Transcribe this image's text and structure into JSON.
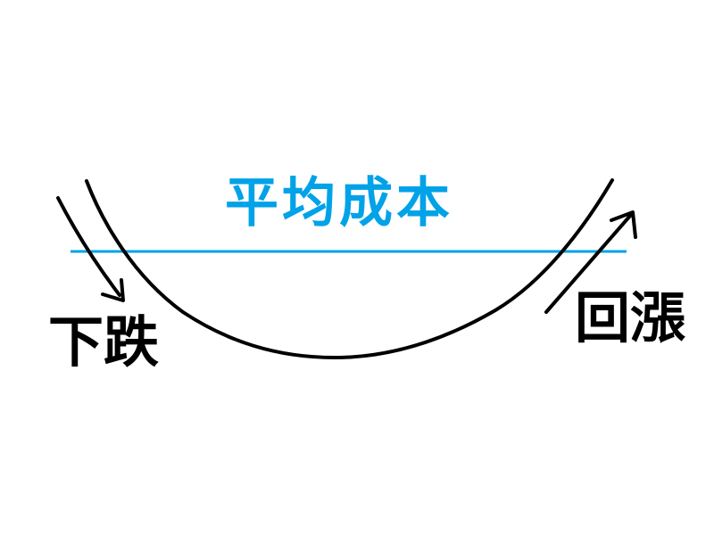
{
  "page": {
    "background_color": "#FFFFFF"
  },
  "diagram": {
    "average_cost": {
      "label": "平均成本",
      "color": "#00A2E8"
    },
    "decline": {
      "label": "下跌",
      "color": "#000000"
    },
    "rebound": {
      "label": "回漲",
      "color": "#000000"
    },
    "stroke_color": "#000000"
  }
}
